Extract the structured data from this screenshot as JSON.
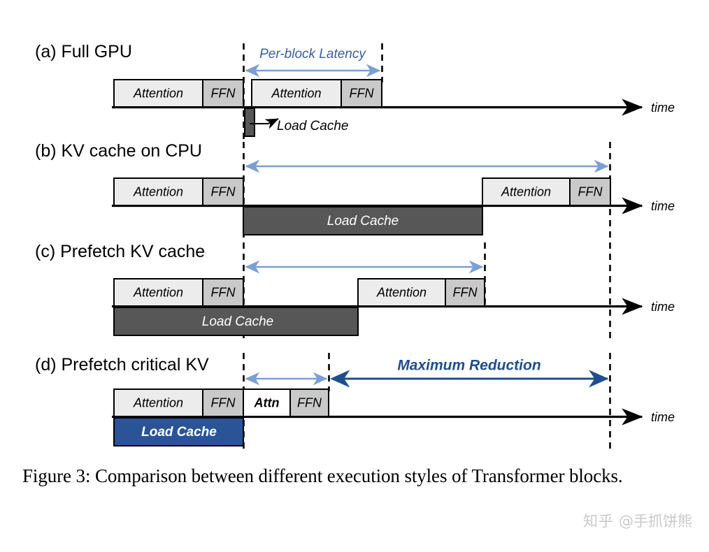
{
  "figure": {
    "caption": "Figure 3: Comparison between different execution styles of Transformer blocks.",
    "axis_label": "time",
    "colors": {
      "attention_fill": "#ececec",
      "ffn_fill": "#c9c9c9",
      "load_cache_fill": "#575757",
      "load_cache_highlight_fill": "#2b5496",
      "annotation_light": "#7b9fd4",
      "annotation_dark": "#1f4e8c",
      "axis": "#000000"
    }
  },
  "panels": [
    {
      "id": "a",
      "label": "(a) Full GPU",
      "annotation": "Per-block Latency",
      "blocks": [
        {
          "name": "attention",
          "text": "Attention"
        },
        {
          "name": "ffn",
          "text": "FFN"
        },
        {
          "name": "attention",
          "text": "Attention"
        },
        {
          "name": "ffn",
          "text": "FFN"
        }
      ],
      "load_cache": {
        "text": "Load Cache",
        "callout": true
      },
      "axis_label": "time"
    },
    {
      "id": "b",
      "label": "(b) KV cache on CPU",
      "annotation": "",
      "blocks": [
        {
          "name": "attention",
          "text": "Attention"
        },
        {
          "name": "ffn",
          "text": "FFN"
        },
        {
          "name": "attention",
          "text": "Attention"
        },
        {
          "name": "ffn",
          "text": "FFN"
        }
      ],
      "load_cache": {
        "text": "Load Cache",
        "callout": false
      },
      "axis_label": "time"
    },
    {
      "id": "c",
      "label": "(c) Prefetch KV cache",
      "annotation": "",
      "blocks": [
        {
          "name": "attention",
          "text": "Attention"
        },
        {
          "name": "ffn",
          "text": "FFN"
        },
        {
          "name": "attention",
          "text": "Attention"
        },
        {
          "name": "ffn",
          "text": "FFN"
        }
      ],
      "load_cache": {
        "text": "Load Cache",
        "callout": false
      },
      "axis_label": "time"
    },
    {
      "id": "d",
      "label": "(d) Prefetch critical KV",
      "annotation": "Maximum Reduction",
      "blocks": [
        {
          "name": "attention",
          "text": "Attention"
        },
        {
          "name": "ffn",
          "text": "FFN"
        },
        {
          "name": "attention-short",
          "text": "Attn"
        },
        {
          "name": "ffn",
          "text": "FFN"
        }
      ],
      "load_cache": {
        "text": "Load Cache",
        "callout": false
      },
      "axis_label": "time"
    }
  ],
  "labels": {
    "panel_a": "(a) Full GPU",
    "panel_b": "(b) KV cache on CPU",
    "panel_c": "(c) Prefetch KV cache",
    "panel_d": "(d) Prefetch critical KV",
    "per_block_latency": "Per-block Latency",
    "maximum_reduction": "Maximum Reduction",
    "load_cache": "Load Cache",
    "attention": "Attention",
    "attn_short": "Attn",
    "ffn": "FFN",
    "time": "time"
  },
  "watermark": {
    "logo": "知乎",
    "handle": "@手抓饼熊"
  }
}
